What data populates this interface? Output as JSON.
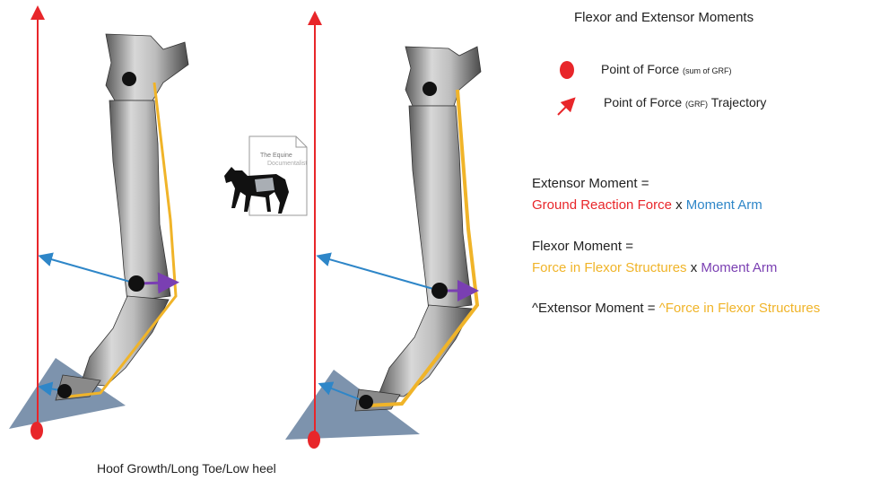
{
  "title": "Flexor and Extensor Moments",
  "legend": {
    "point_main": "Point of Force",
    "point_note": "(sum of GRF)",
    "trajectory_a": "Point of Force",
    "trajectory_note": "(GRF)",
    "trajectory_b": "Trajectory"
  },
  "extensor": {
    "heading": "Extensor Moment =",
    "term1": "Ground Reaction Force",
    "op": " x ",
    "term2": "Moment Arm"
  },
  "flexor": {
    "heading": "Flexor Moment =",
    "term1": "Force in Flexor Structures",
    "op": " x ",
    "term2": "Moment Arm"
  },
  "balance": {
    "left": "^Extensor Moment = ",
    "right": "^Force in Flexor Structures"
  },
  "logo": {
    "line1": "The Equine",
    "line2": "Documentalist"
  },
  "caption": "Hoof Growth/Long Toe/Low heel",
  "colors": {
    "grf": "#e8262a",
    "moment_arm": "#2e86c8",
    "flexor": "#f0b429",
    "flexor_arm": "#7a3fb2",
    "hoof": "#7d93ad"
  }
}
